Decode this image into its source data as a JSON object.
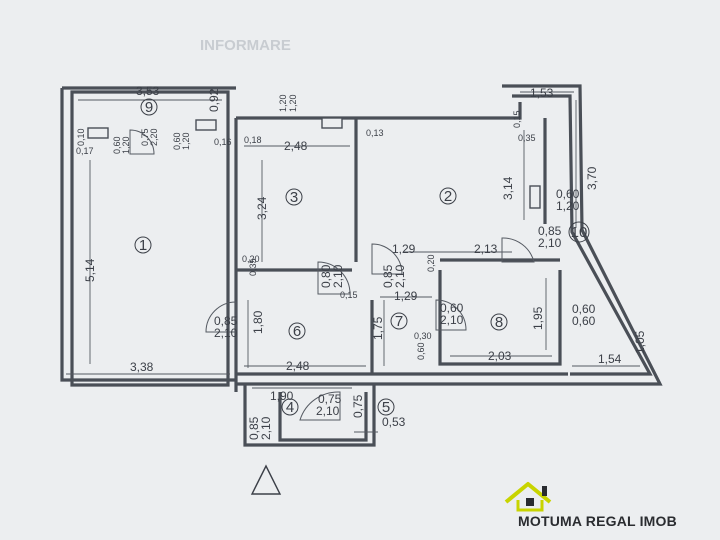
{
  "header_text": "INFORMARE",
  "rooms": [
    {
      "id": "room-1",
      "label": "1"
    },
    {
      "id": "room-2",
      "label": "2"
    },
    {
      "id": "room-3",
      "label": "3"
    },
    {
      "id": "room-4",
      "label": "4"
    },
    {
      "id": "room-5",
      "label": "5"
    },
    {
      "id": "room-6",
      "label": "6"
    },
    {
      "id": "room-7",
      "label": "7"
    },
    {
      "id": "room-8",
      "label": "8"
    },
    {
      "id": "room-9",
      "label": "9"
    },
    {
      "id": "room-10",
      "label": "10"
    }
  ],
  "dimensions": {
    "top_3_53": "3,53",
    "right_0_92": "0,92",
    "win_1_20a": "1,20",
    "win_1_20b": "1,20",
    "top_1_53": "1,53",
    "r1_height": "5,14",
    "r1_width": "3,38",
    "r3_width": "2,48",
    "r3_height": "3,24",
    "r2_height": "3,14",
    "r10_height": "3,70",
    "hall_1_29a": "1,29",
    "hall_2_13": "2,13",
    "hall_1_29b": "1,29",
    "r6_height": "1,80",
    "r6_width": "2,48",
    "r7_height": "1,75",
    "r8_width": "2,03",
    "r8_height": "1,95",
    "r10_bottom": "1,54",
    "r10_side": "1,05",
    "r4_width": "1,90",
    "r5_width": "0,53",
    "r5_height": "0,75"
  },
  "openings": {
    "d_0_60_1_20_left": "0,60",
    "d_1_20_left": "1,20",
    "d_0_75": "0,75",
    "d_2_20": "2,20",
    "d_0_60b": "0,60",
    "d_1_20b": "1,20",
    "d_0_10": "0,10",
    "d_0_17": "0,17",
    "d_0_16": "0,16",
    "d_0_18": "0,18",
    "d_0_15": "0,15",
    "d_0_35": "0,35",
    "d_0_13": "0,13",
    "r2_win_w": "0,60",
    "r2_win_h": "1,20",
    "r10_door_w": "0,85",
    "r10_door_h": "2,10",
    "r3_door_w": "0,80",
    "r3_door_h": "2,10",
    "r2_door_w": "0,85",
    "r2_door_h": "2,10",
    "hall_0_15": "0,15",
    "hall_0_20": "0,20",
    "r3_sill_0_20": "0,20",
    "r3_sill_0_35": "0,35",
    "r6_door_w": "0,85",
    "r6_door_h": "2,10",
    "r8_door_w": "0,60",
    "r8_door_h": "2,10",
    "r7_0_30": "0,30",
    "r7_0_60": "0,60",
    "r10_win_w": "0,60",
    "r10_win_h": "0,60",
    "r4_door_w": "0,75",
    "r4_door_h": "2,10",
    "r4_side_w": "0,85",
    "r4_side_h": "2,10"
  },
  "logo": {
    "text": "MOTUMA REGAL IMOB",
    "accent_color": "#c8d400",
    "text_color": "#2a2c30"
  }
}
